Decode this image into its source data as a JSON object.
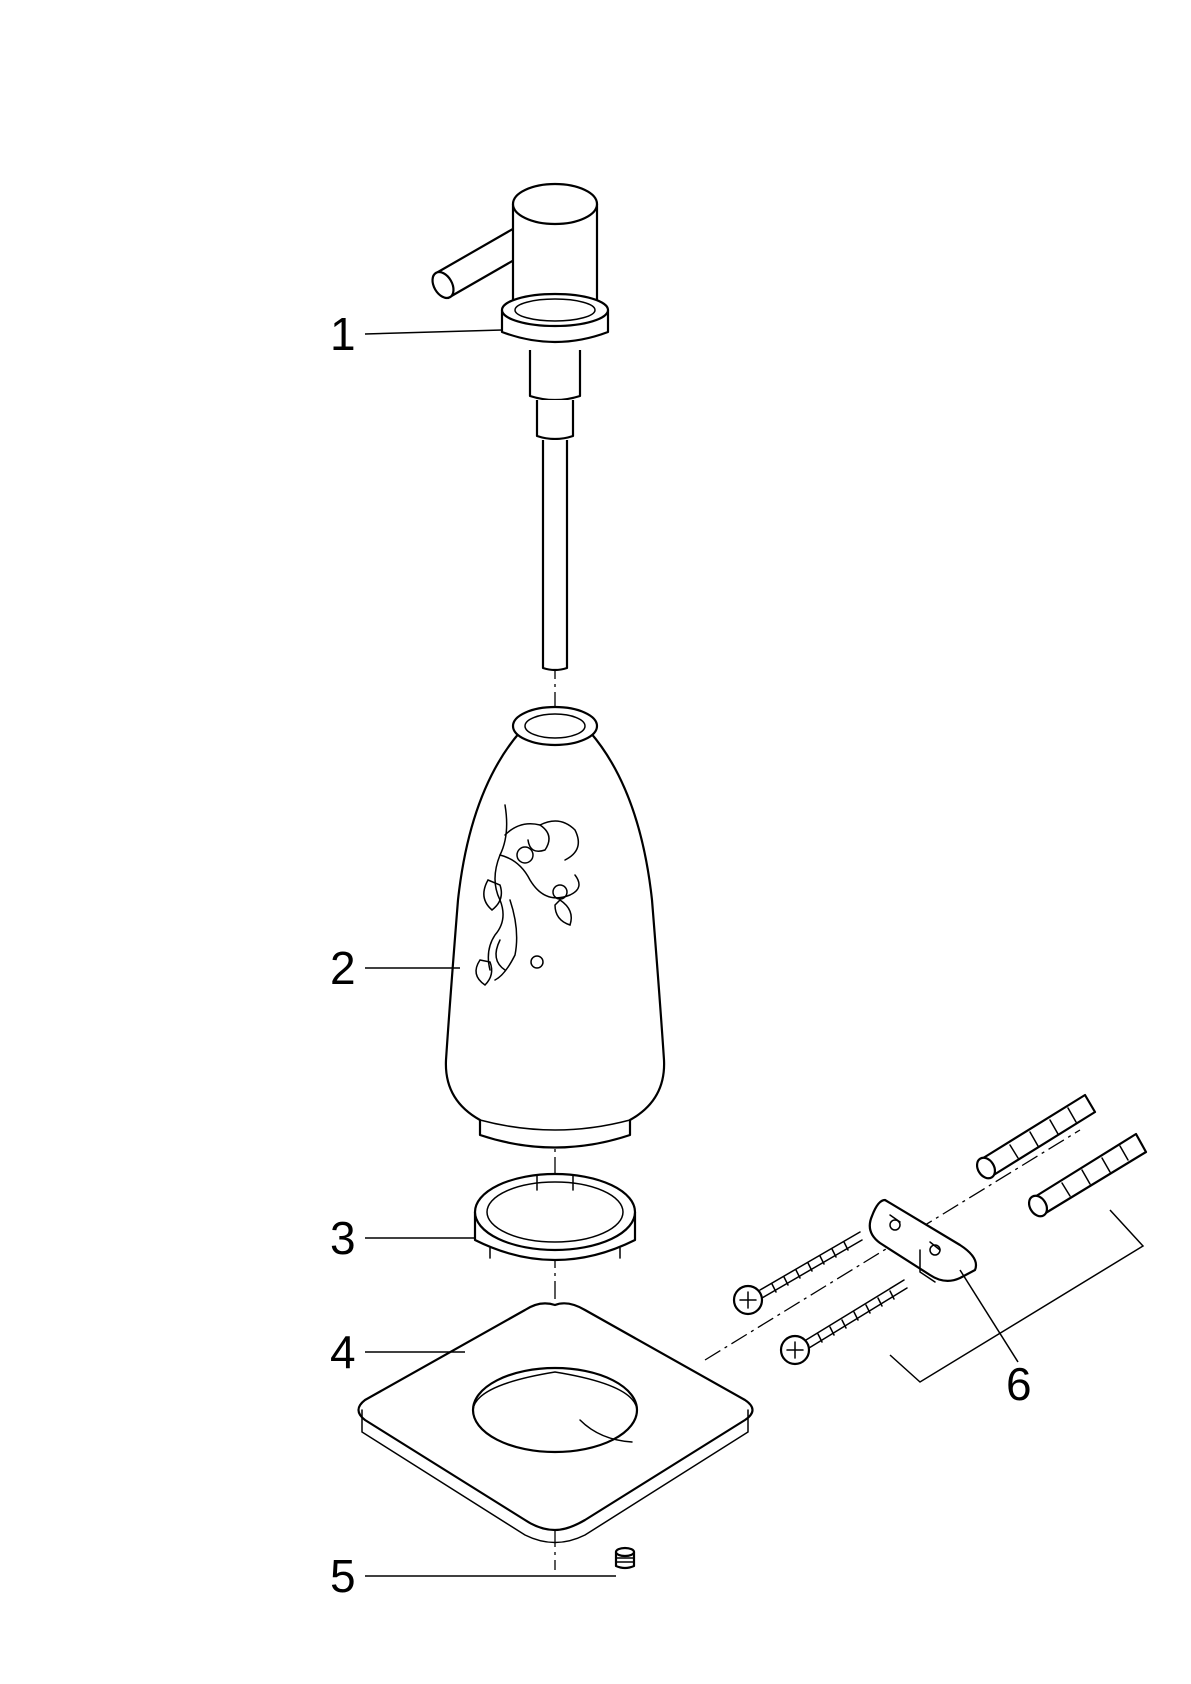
{
  "callouts": [
    {
      "id": "1",
      "text": "1"
    },
    {
      "id": "2",
      "text": "2"
    },
    {
      "id": "3",
      "text": "3"
    },
    {
      "id": "4",
      "text": "4"
    },
    {
      "id": "5",
      "text": "5"
    },
    {
      "id": "6",
      "text": "6"
    }
  ],
  "line_color": "#000000",
  "background": "#ffffff"
}
